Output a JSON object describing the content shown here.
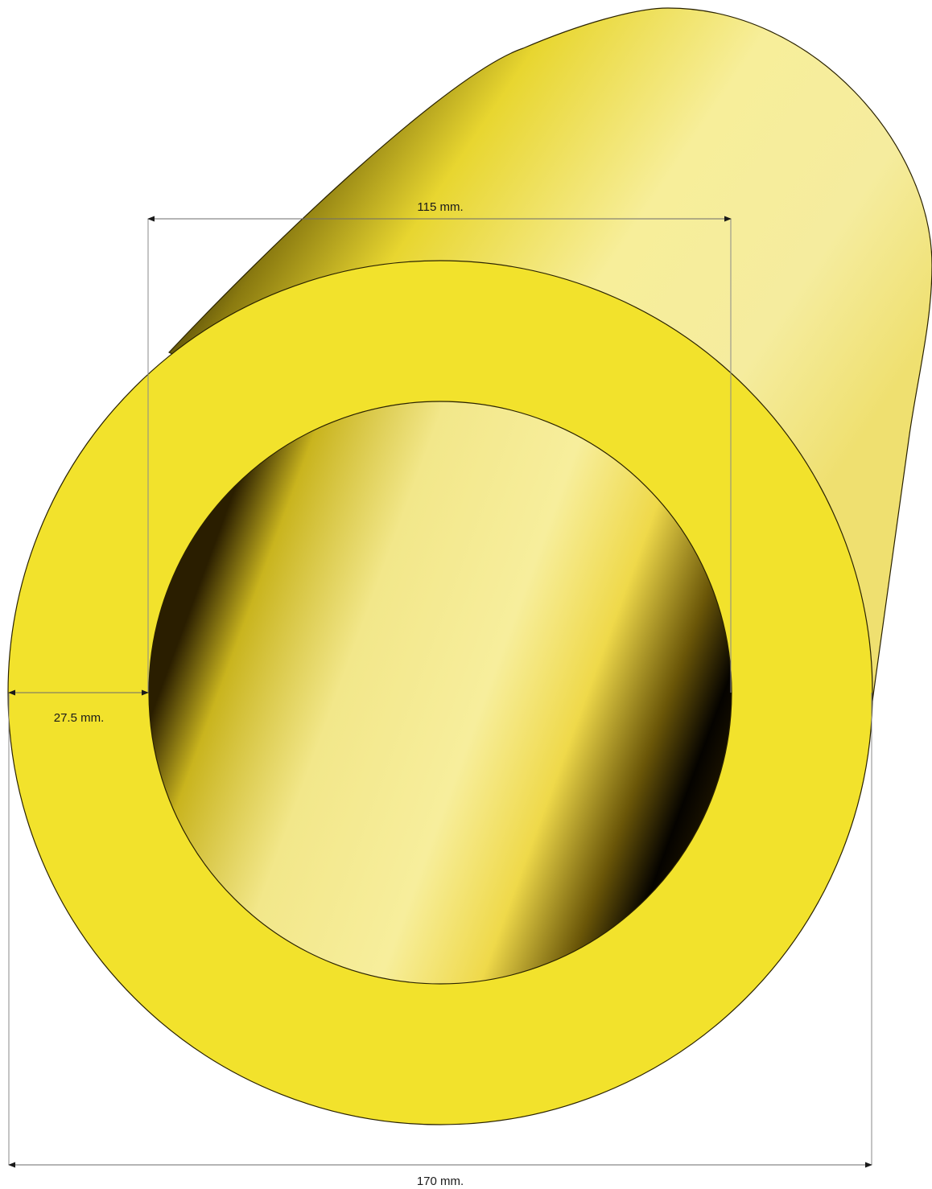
{
  "colors": {
    "ring_yellow": "#F2E22C",
    "highlight": "#F7F0A0",
    "shadow": "#050300",
    "outline": "#2a2200",
    "dimension_line": "#6b6b6b"
  },
  "dimensions": {
    "inner_diameter": "115 mm.",
    "wall_thickness": "27.5 mm.",
    "outer_diameter": "170 mm."
  }
}
